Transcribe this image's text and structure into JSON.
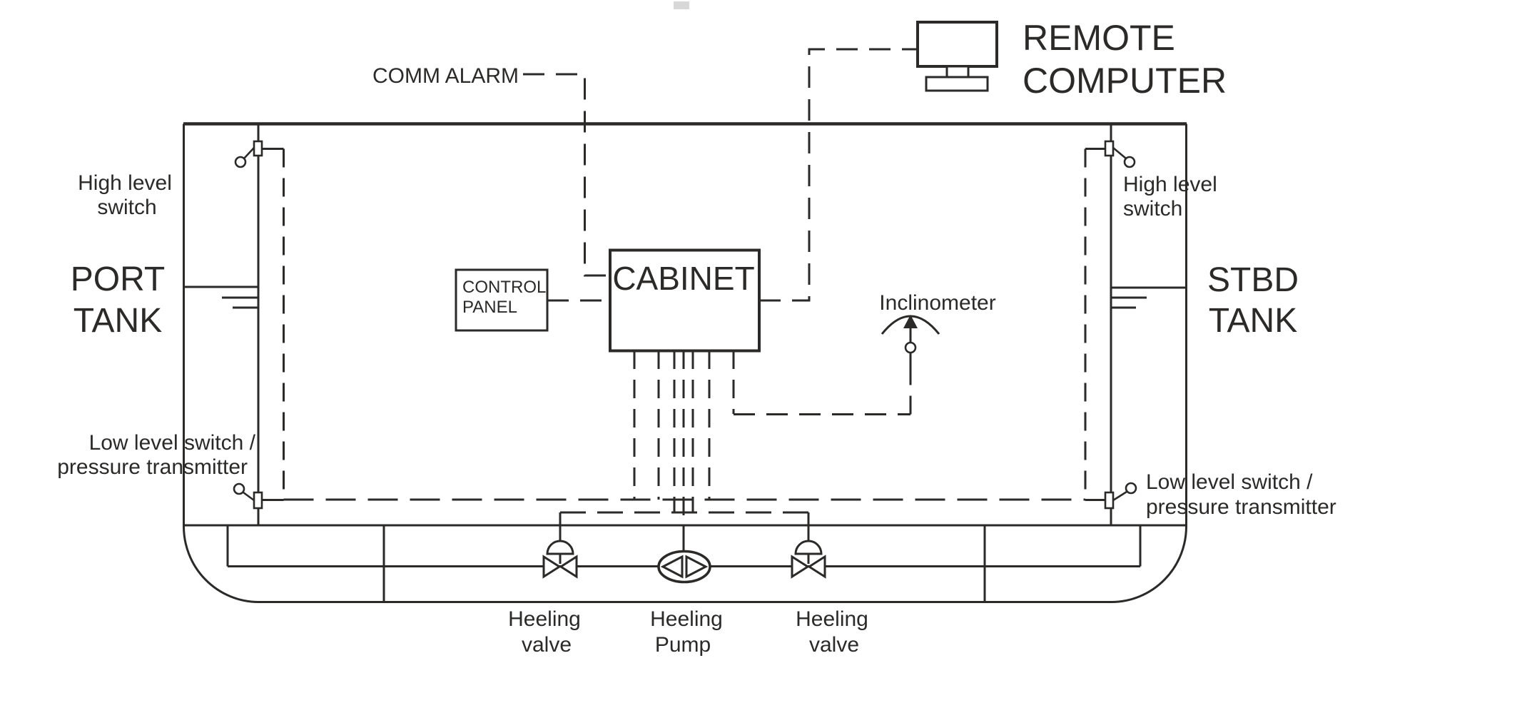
{
  "colors": {
    "line": "#2b2a29",
    "text": "#2b2a29",
    "background": "#ffffff"
  },
  "labels": {
    "comm_alarm": "COMM ALARM",
    "remote_computer": {
      "line1": "REMOTE",
      "line2": "COMPUTER"
    },
    "cabinet": "CABINET",
    "control_panel": {
      "line1": "CONTROL",
      "line2": "PANEL"
    },
    "inclinometer": "Inclinometer",
    "port_tank": {
      "line1": "PORT",
      "line2": "TANK"
    },
    "stbd_tank": {
      "line1": "STBD",
      "line2": "TANK"
    },
    "high_level_switch_port": {
      "line1": "High level",
      "line2": "switch"
    },
    "high_level_switch_stbd": {
      "line1": "High level",
      "line2": "switch"
    },
    "low_level_switch_port": {
      "line1": "Low level switch /",
      "line2": "pressure transmitter"
    },
    "low_level_switch_stbd": {
      "line1": "Low level switch /",
      "line2": "pressure transmitter"
    },
    "heeling_valve_left": {
      "line1": "Heeling",
      "line2": "valve"
    },
    "heeling_pump": {
      "line1": "Heeling",
      "line2": "Pump"
    },
    "heeling_valve_right": {
      "line1": "Heeling",
      "line2": "valve"
    }
  }
}
